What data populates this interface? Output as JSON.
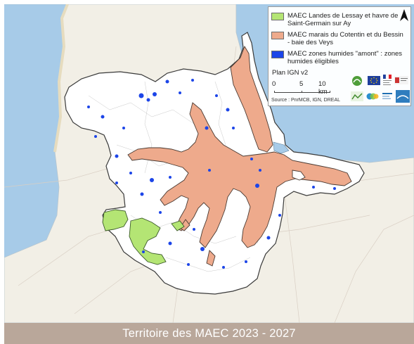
{
  "legend": {
    "items": [
      {
        "label": "MAEC Landes de Lessay et havre de Saint-Germain sur Ay",
        "color": "#b4e574"
      },
      {
        "label": "MAEC marais du Cotentin et du Bessin - baie des Veys",
        "color": "#eeaa8c"
      },
      {
        "label": "MAEC zones humides \"amont\" : zones humides éligibles",
        "color": "#1c45e8"
      }
    ],
    "basemap": "Plan IGN v2",
    "scale": {
      "ticks": [
        "0",
        "5",
        "10 km"
      ]
    },
    "source": "Source : PnrMCB, IGN, DREAL",
    "logo_names": [
      "pnr-logo",
      "europe-flag-logo",
      "republique-logo",
      "agence-eau-logo",
      "region-logo",
      "feader-logo",
      "ofb-logo"
    ]
  },
  "map": {
    "sea_color": "#a7cbe8",
    "land_color": "#f2efe6",
    "territory_fill": "#ffffff",
    "territory_outline": "#3a3a3a",
    "north_icon": "north-arrow-icon"
  },
  "footer": {
    "title": "Territoire des MAEC 2023 - 2027",
    "bg": "#b9a79a"
  }
}
